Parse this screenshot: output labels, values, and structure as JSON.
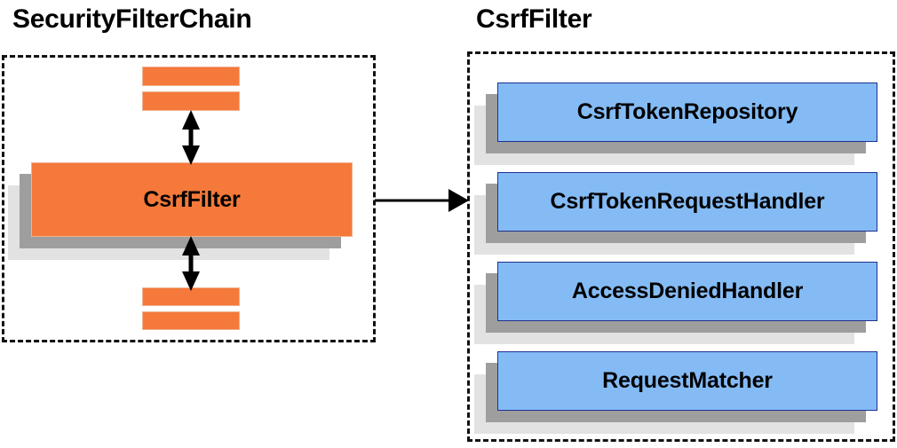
{
  "diagram": {
    "title_left": "SecurityFilterChain",
    "title_right": "CsrfFilter",
    "colors": {
      "filter_orange": "#f4793b",
      "collaborator_blue": "#84bbf5",
      "blue_border": "#20308f",
      "shadow_dark": "#9e9e9e",
      "shadow_light": "#e2e2e2",
      "panel_border": "#111111",
      "text": "#000000"
    }
  },
  "left_panel": {
    "title": "SecurityFilterChain",
    "focus_filter": {
      "label": "CsrfFilter"
    },
    "slabs_above": [
      {
        "label": ""
      },
      {
        "label": ""
      }
    ],
    "slabs_below": [
      {
        "label": ""
      },
      {
        "label": ""
      }
    ],
    "arrows": {
      "above": "double-headed-vertical-arrow",
      "below": "double-headed-vertical-arrow"
    }
  },
  "right_panel": {
    "title": "CsrfFilter",
    "collaborators": [
      {
        "label": "CsrfTokenRepository"
      },
      {
        "label": "CsrfTokenRequestHandler"
      },
      {
        "label": "AccessDeniedHandler"
      },
      {
        "label": "RequestMatcher"
      }
    ]
  },
  "connector": {
    "kind": "arrow-right",
    "from": "SecurityFilterChain",
    "to": "CsrfFilter"
  }
}
